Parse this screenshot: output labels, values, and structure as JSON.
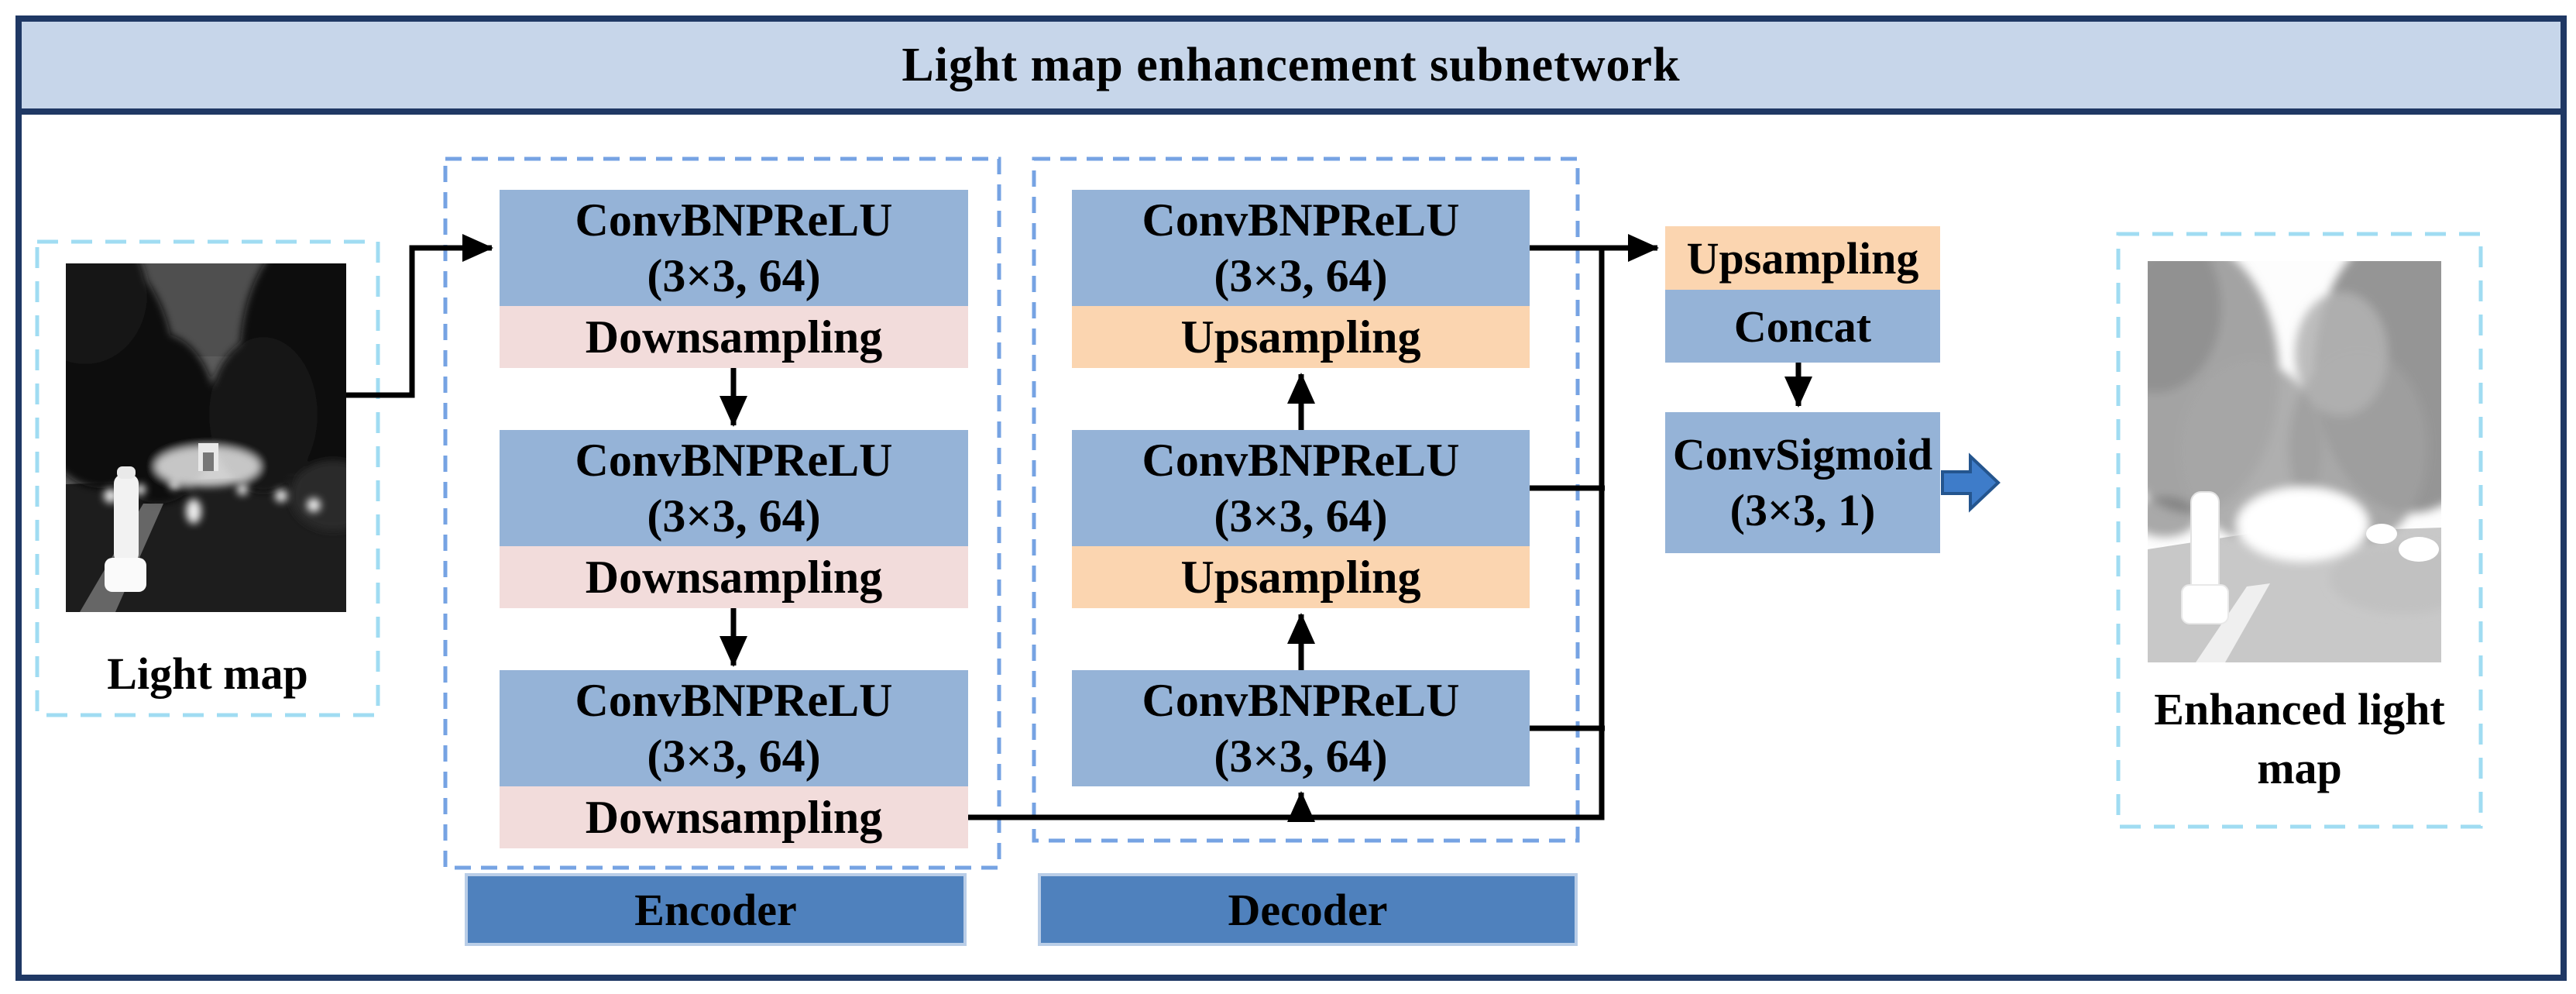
{
  "title": "Light map enhancement subnetwork",
  "input": {
    "label": "Light map"
  },
  "output": {
    "label_line1": "Enhanced light",
    "label_line2": "map"
  },
  "encoder": {
    "label": "Encoder",
    "blocks": [
      {
        "conv1": "ConvBNPReLU",
        "conv2": "(3×3, 64)",
        "op": "Downsampling"
      },
      {
        "conv1": "ConvBNPReLU",
        "conv2": "(3×3, 64)",
        "op": "Downsampling"
      },
      {
        "conv1": "ConvBNPReLU",
        "conv2": "(3×3, 64)",
        "op": "Downsampling"
      }
    ]
  },
  "decoder": {
    "label": "Decoder",
    "blocks": [
      {
        "conv1": "ConvBNPReLU",
        "conv2": "(3×3, 64)",
        "op": "Upsampling"
      },
      {
        "conv1": "ConvBNPReLU",
        "conv2": "(3×3, 64)",
        "op": "Upsampling"
      },
      {
        "conv1": "ConvBNPReLU",
        "conv2": "(3×3, 64)"
      }
    ]
  },
  "head": {
    "upsampling": "Upsampling",
    "concat": "Concat",
    "conv_sigmoid1": "ConvSigmoid",
    "conv_sigmoid2": "(3×3, 1)"
  },
  "colors": {
    "frame_navy": "#1F3864",
    "title_bg": "#C7D6EA",
    "conv_blue": "#95B3D7",
    "downsampling_pink": "#F2DCDB",
    "upsampling_orange": "#FBD5B0",
    "label_bar_blue": "#4F81BD",
    "encoder_decoder_dash": "#76A3E3",
    "io_dash": "#A0DCF2",
    "block_arrow_blue": "#3E7CC9",
    "connector_black": "#000000"
  }
}
